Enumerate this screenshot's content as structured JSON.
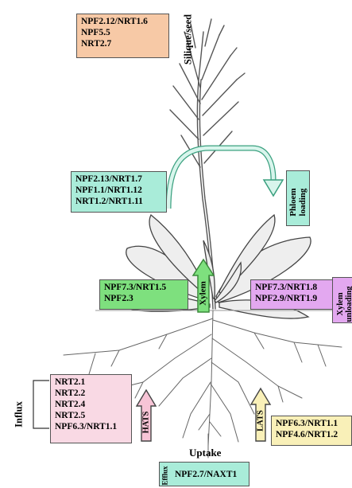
{
  "silique": {
    "label": "Silique/seed",
    "lines": [
      "NPF2.12/NRT1.6",
      "NPF5.5",
      "NRT2.7"
    ],
    "color": "#f7c9a6"
  },
  "leaf": {
    "lines": [
      "NPF2.13/NRT1.7",
      "NPF1.1/NRT1.12",
      "NRT1.2/NRT1.11"
    ],
    "color": "#a9ecd9"
  },
  "phloem": {
    "label": "Phloem loading",
    "color": "#a9ecd9"
  },
  "xylem": {
    "label": "Xylem",
    "lines": [
      "NPF7.3/NRT1.5",
      "NPF2.3"
    ],
    "color": "#7ee07e"
  },
  "xylem_unloading": {
    "label": "Xylem unloading",
    "lines": [
      "NPF7.3/NRT1.8",
      "NPF2.9/NRT1.9"
    ],
    "color": "#e3a8f0"
  },
  "influx": {
    "label": "Influx",
    "lines": [
      "NRT2.1",
      "NRT2.2",
      "NRT2.4",
      "NRT2.5",
      "NPF6.3/NRT1.1"
    ],
    "color": "#f9d9e4"
  },
  "hats": {
    "label": "HATS",
    "color": "#f7c4d6"
  },
  "lats": {
    "label": "LATS",
    "lines": [
      "NPF6.3/NRT1.1",
      "NPF4.6/NRT1.2"
    ],
    "color": "#f9f0b8"
  },
  "uptake": {
    "label": "Uptake"
  },
  "efflux": {
    "label": "Efflux",
    "lines": [
      "NPF2.7/NAXT1"
    ],
    "color": "#a9ecd9"
  }
}
